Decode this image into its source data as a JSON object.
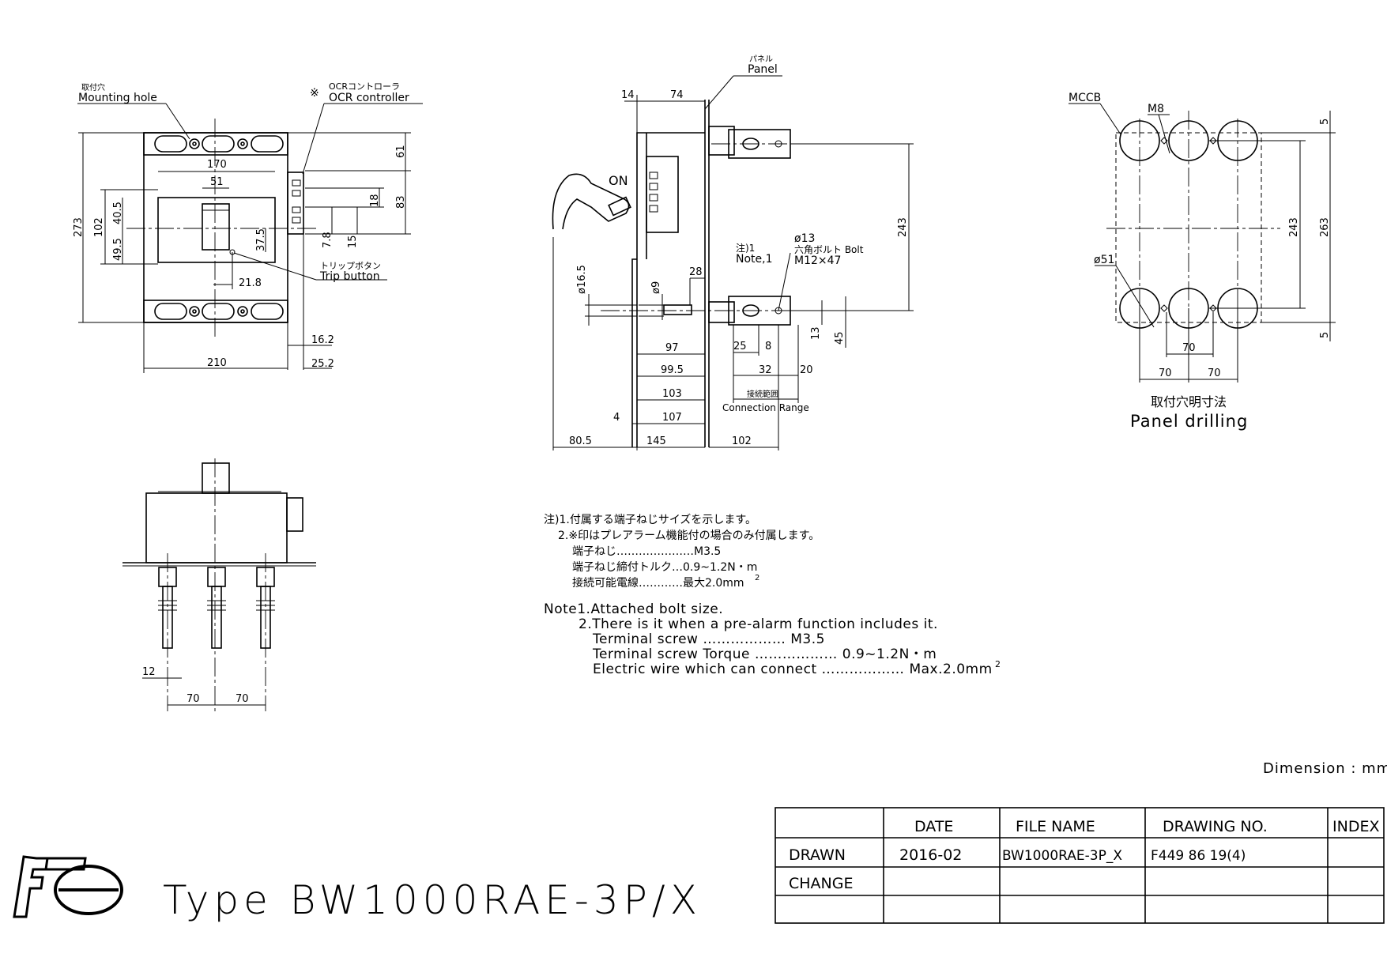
{
  "front_view": {
    "mounting_hole_jp": "取付穴",
    "mounting_hole_en": "Mounting hole",
    "ocr_mark": "※",
    "ocr_jp": "OCRコントローラ",
    "ocr_en": "OCR controller",
    "trip_jp": "トリップボタン",
    "trip_en": "Trip button",
    "dims": [
      "170",
      "51",
      "61",
      "83",
      "18",
      "273",
      "102",
      "40.5",
      "49.5",
      "37.5",
      "7.8",
      "15",
      "21.8",
      "16.2",
      "25.2",
      "210"
    ]
  },
  "side_view": {
    "panel_jp": "パネル",
    "panel_en": "Panel",
    "on_label": "ON",
    "note_jp": "注)1",
    "note_en": "Note,1",
    "bolt_dia": "ø13",
    "bolt_jp": "六角ボルト Bolt",
    "bolt_size": "M12×47",
    "conn_jp": "接続範囲",
    "conn_en": "Connection Range",
    "dims": [
      "14",
      "74",
      "243",
      "ø16.5",
      "ø9",
      "28",
      "97",
      "99.5",
      "103",
      "107",
      "4",
      "80.5",
      "145",
      "102",
      "25",
      "8",
      "32",
      "20",
      "13",
      "45"
    ]
  },
  "drilling": {
    "mccb": "MCCB",
    "m8": "M8",
    "dia51": "ø51",
    "title_jp": "取付穴明寸法",
    "title_en": "Panel drilling",
    "dims": [
      "5",
      "243",
      "263",
      "5",
      "70",
      "70",
      "70"
    ]
  },
  "bottom_view": {
    "dims": [
      "12",
      "70",
      "70"
    ]
  },
  "notes_jp": [
    "注)1.付属する端子ねじサイズを示します。",
    "2.※印はプレアラーム機能付の場合のみ付属します。",
    "端子ねじ…………………M3.5",
    "端子ねじ締付トルク…0.9~1.2N・m",
    "接続可能電線…………最大2.0mm",
    "2"
  ],
  "notes_en": [
    "Note1.Attached bolt size.",
    "2.There is it when a pre-alarm function includes it.",
    "Terminal screw ……………… M3.5",
    "Terminal screw Torque ……………… 0.9~1.2N・m",
    "Electric wire which can connect ……………… Max.2.0mm",
    "2"
  ],
  "dimension_unit": "Dimension : mm",
  "type_label": "Type BW1000RAE-3P/X",
  "logo_text": "Fe",
  "title_block": {
    "headers": [
      "DATE",
      "FILE NAME",
      "DRAWING NO.",
      "INDEX"
    ],
    "row_labels": [
      "DRAWN",
      "CHANGE"
    ],
    "drawn_date": "2016-02",
    "file_name": "BW1000RAE-3P_X",
    "drawing_no": "F449 86 19(4)"
  }
}
